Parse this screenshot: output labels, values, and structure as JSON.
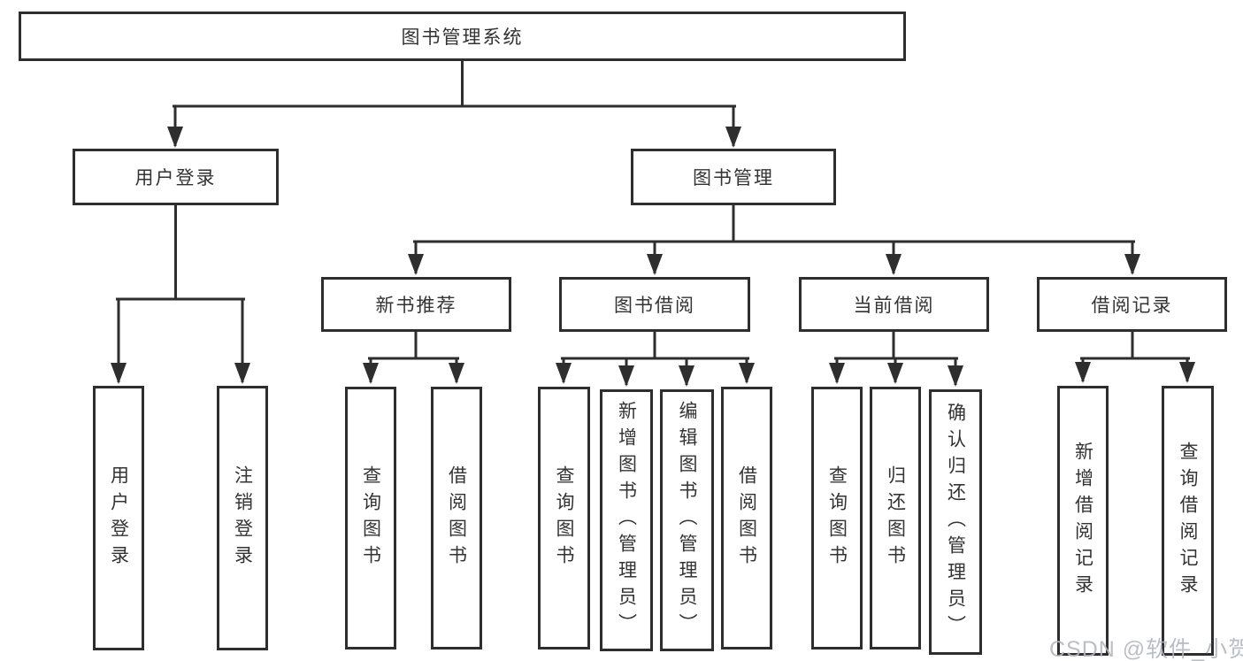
{
  "diagram": {
    "type": "hierarchy-tree",
    "nodes": {
      "root": {
        "label": "图书管理系统"
      },
      "level2": [
        {
          "label": "用户登录"
        },
        {
          "label": "图书管理"
        }
      ],
      "level3": [
        {
          "label": "新书推荐"
        },
        {
          "label": "图书借阅"
        },
        {
          "label": "当前借阅"
        },
        {
          "label": "借阅记录"
        }
      ],
      "leaves": {
        "user_login": [
          {
            "label": "用户登录"
          },
          {
            "label": "注销登录"
          }
        ],
        "new_book_recommend": [
          {
            "label": "查询图书"
          },
          {
            "label": "借阅图书"
          }
        ],
        "book_borrow": [
          {
            "label": "查询图书"
          },
          {
            "label": "新增图书（管理员）"
          },
          {
            "label": "编辑图书（管理员）"
          },
          {
            "label": "借阅图书"
          }
        ],
        "current_borrow": [
          {
            "label": "查询图书"
          },
          {
            "label": "归还图书"
          },
          {
            "label": "确认归还（管理员）"
          }
        ],
        "borrow_records": [
          {
            "label": "新增借阅记录"
          },
          {
            "label": "查询借阅记录"
          }
        ]
      }
    },
    "colors": {
      "line": "#2e2e2e",
      "box_border": "#2e2e2e",
      "text": "#333333",
      "background": "#ffffff",
      "watermark": "#b3b7c0"
    }
  },
  "watermark": {
    "text": "CSDN @软件_小贺同学"
  }
}
